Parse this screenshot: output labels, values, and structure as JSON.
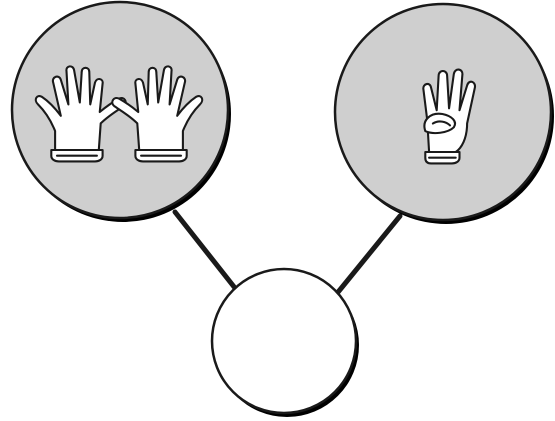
{
  "diagram": {
    "type": "number-bond",
    "colors": {
      "stroke": "#1a1a1a",
      "part_fill": "#cfcfcf",
      "whole_fill": "#ffffff",
      "glove_fill": "#ffffff",
      "shadow": "#000000"
    },
    "parts": [
      {
        "icon": "two-open-hands-icon",
        "value": 10
      },
      {
        "icon": "four-finger-hand-icon",
        "value": 4
      }
    ],
    "whole": {
      "value": "",
      "blank": true
    }
  }
}
